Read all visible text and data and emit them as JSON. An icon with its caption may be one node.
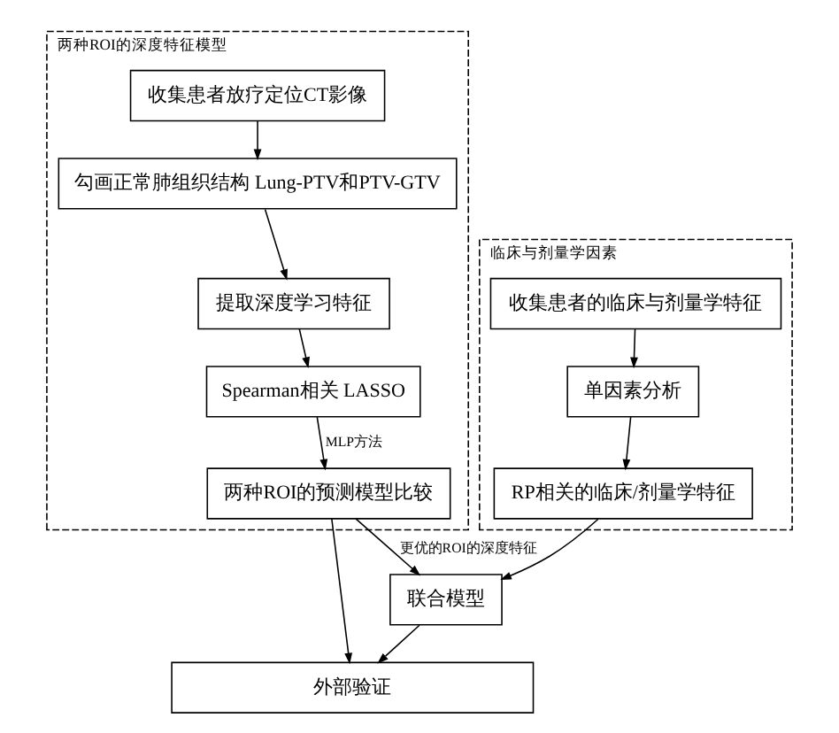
{
  "diagram": {
    "nodes": [
      {
        "text": [
          "两种ROI的深度特征模型"
        ]
      },
      {
        "text": [
          "收集患者放疗定位CT影像"
        ],
        "in": 0
      },
      {
        "text": [
          "勾画正常肺组织结构 Lung-PTV和PTV-GTV"
        ],
        "in": 0
      },
      {
        "text": [
          "提取深度学习特征"
        ],
        "in": 0
      },
      {
        "text": [
          "Spearman相关 LASSO"
        ],
        "in": 0
      },
      {
        "text": [
          "两种ROI的预测模型比较"
        ],
        "in": 0
      },
      {
        "text": [
          "临床与剂量学因素"
        ]
      },
      {
        "text": [
          "收集患者的临床与剂量学特征"
        ],
        "in": 6
      },
      {
        "text": [
          "单因素分析"
        ],
        "in": 6
      },
      {
        "text": [
          "RP相关的临床/剂量学特征"
        ],
        "in": 6
      },
      {
        "text": [
          "联合模型"
        ]
      },
      {
        "text": [
          "外部验证"
        ]
      }
    ],
    "edges": [
      {
        "from": 1,
        "to": 2,
        "arrow": "to"
      },
      {
        "from": 2,
        "to": 3,
        "arrow": "to"
      },
      {
        "from": 3,
        "to": 4,
        "arrow": "to"
      },
      {
        "from": 4,
        "to": 5,
        "arrow": "to",
        "label": "MLP方法"
      },
      {
        "from": 5,
        "to": 10,
        "arrow": "to",
        "label": "更优的ROI的深度特征"
      },
      {
        "from": 7,
        "to": 8,
        "arrow": "to"
      },
      {
        "from": 8,
        "to": 9,
        "arrow": "to"
      },
      {
        "from": 9,
        "to": 10,
        "arrow": "to"
      },
      {
        "from": 5,
        "to": 11,
        "arrow": "to"
      },
      {
        "from": 10,
        "to": 11,
        "arrow": "to"
      }
    ]
  }
}
